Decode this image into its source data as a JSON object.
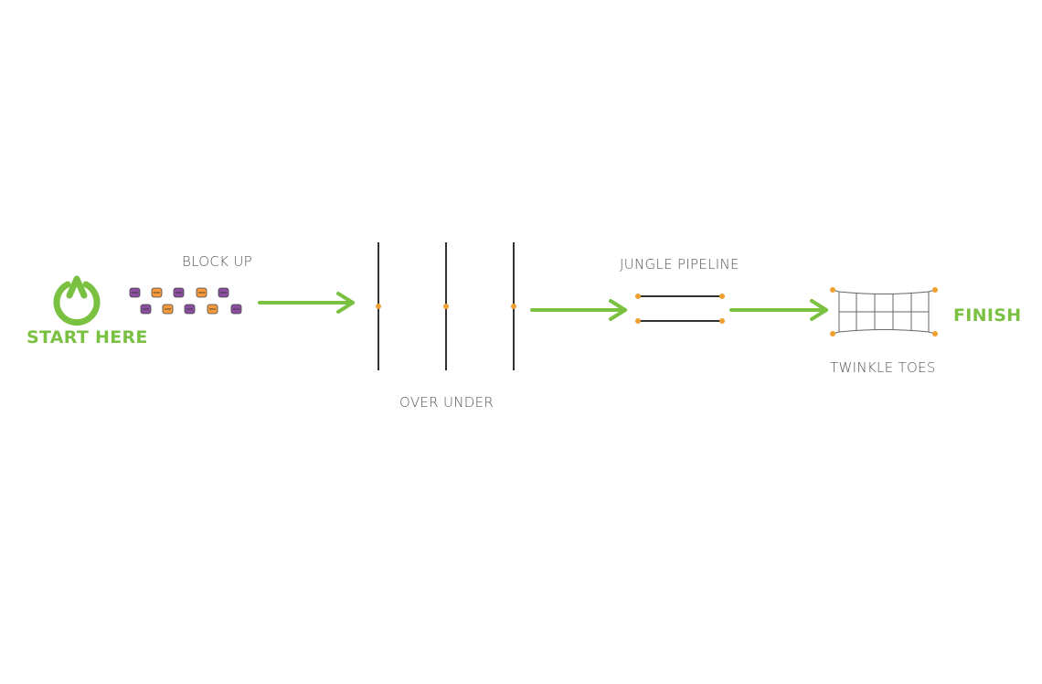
{
  "start": {
    "label": "START HERE",
    "icon": "power-icon"
  },
  "stations": {
    "block_up": "BLOCK UP",
    "over_under": "OVER UNDER",
    "jungle_pipeline": "JUNGLE PIPELINE",
    "twinkle_toes": "TWINKLE TOES"
  },
  "finish": {
    "label": "FINISH"
  },
  "colors": {
    "accent_green": "#7ac142",
    "label_gray": "#555555",
    "post_dark": "#333333",
    "anchor_orange": "#f0a030",
    "block_purple": "#8a4f9e",
    "block_orange": "#f39a3d"
  },
  "blocks_pattern": [
    "purple",
    "orange",
    "purple",
    "orange",
    "purple",
    "purple",
    "orange",
    "purple",
    "orange",
    "purple"
  ]
}
